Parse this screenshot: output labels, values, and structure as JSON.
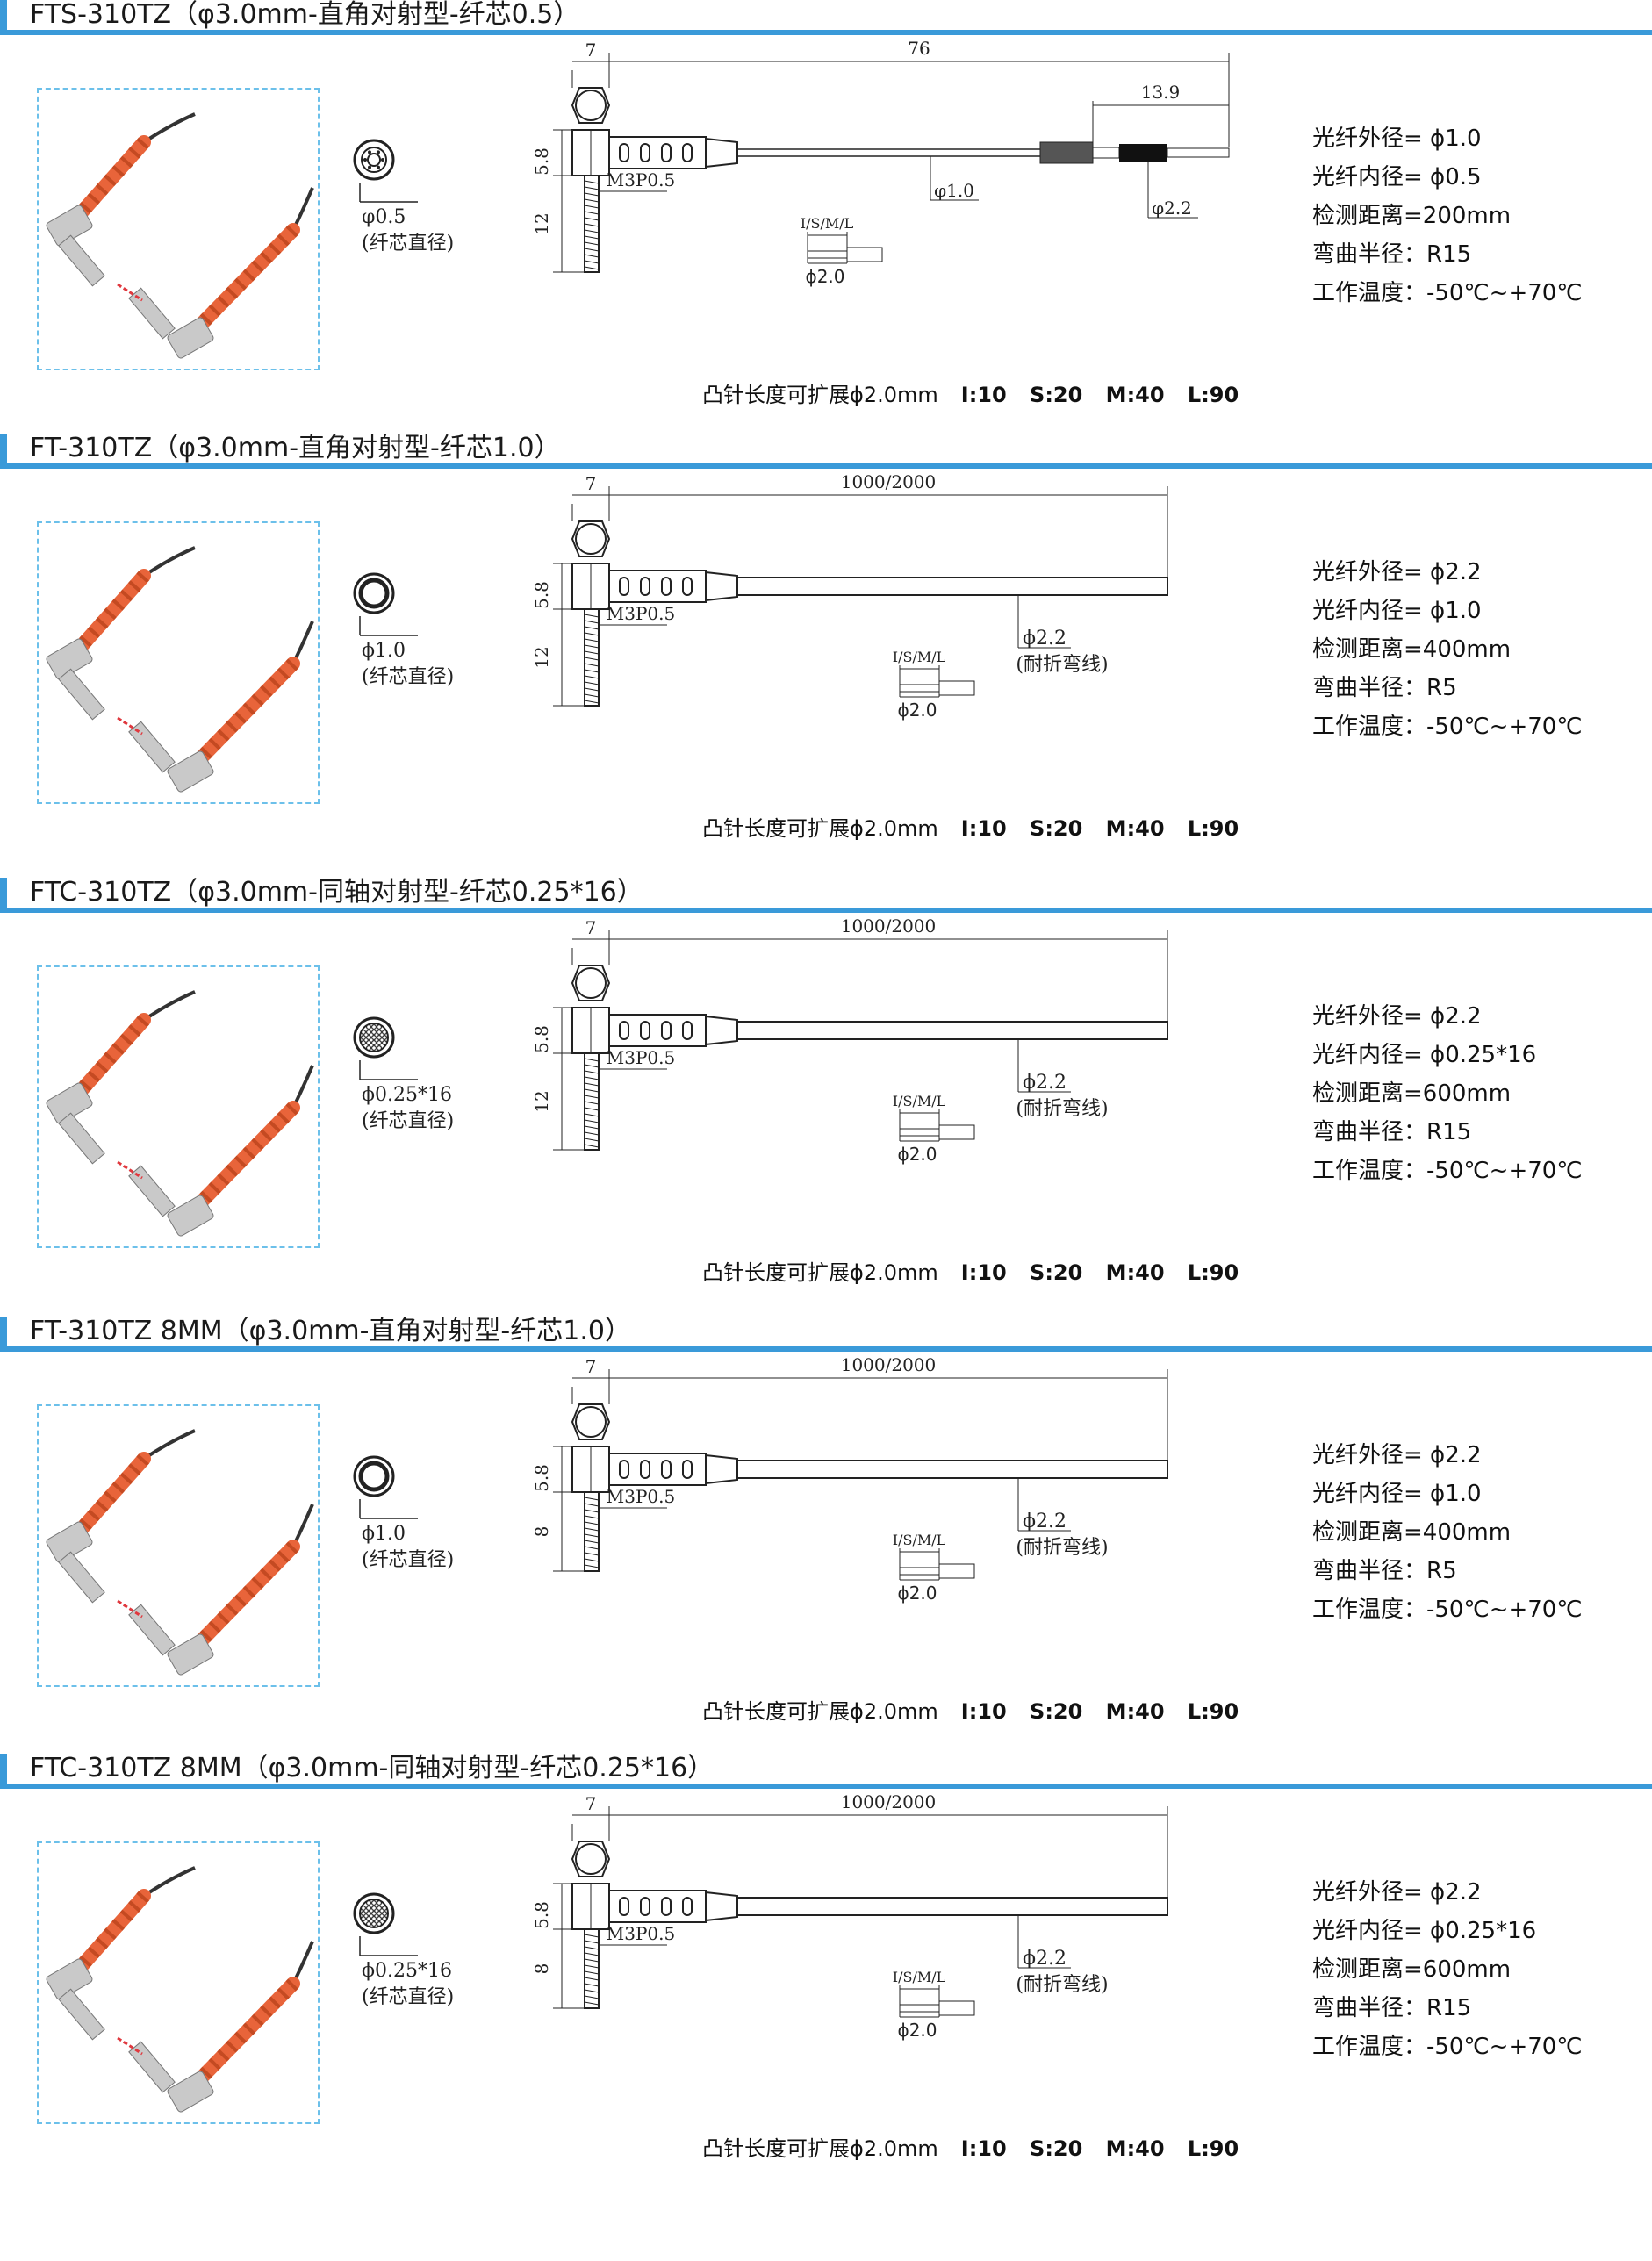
{
  "sections": [
    {
      "title": "FTS-310TZ（φ3.0mm-直角对射型-纤芯0.5）",
      "xsec": {
        "core": "φ0.5",
        "caption": "(纤芯直径)",
        "type": "ring-small"
      },
      "dims": {
        "nut": "7",
        "length": "76",
        "tip_len": "13.9",
        "h1": "5.8",
        "h2": "12",
        "thread": "M3P0.5",
        "fiber_d": "φ1.0",
        "tip_d": "φ2.2"
      },
      "pin": {
        "label": "I/S/M/L",
        "d": "ϕ2.0"
      },
      "note": {
        "text": "凸针长度可扩展ϕ2.0mm",
        "sizes": "I:10  S:20  M:40  L:90"
      },
      "specs": [
        "光纤外径= ϕ1.0",
        "光纤内径= ϕ0.5",
        "检测距离=200mm",
        "弯曲半径：R15",
        "工作温度：-50℃~+70℃"
      ]
    },
    {
      "title": "FT-310TZ（φ3.0mm-直角对射型-纤芯1.0）",
      "xsec": {
        "core": "ϕ1.0",
        "caption": "(纤芯直径)",
        "type": "ring"
      },
      "dims": {
        "nut": "7",
        "length": "1000/2000",
        "h1": "5.8",
        "h2": "12",
        "thread": "M3P0.5",
        "tip_d": "ϕ2.2",
        "tip_note": "(耐折弯线)"
      },
      "pin": {
        "label": "I/S/M/L",
        "d": "ϕ2.0"
      },
      "note": {
        "text": "凸针长度可扩展ϕ2.0mm",
        "sizes": "I:10  S:20  M:40  L:90"
      },
      "specs": [
        "光纤外径= ϕ2.2",
        "光纤内径= ϕ1.0",
        "检测距离=400mm",
        "弯曲半径：R5",
        "工作温度：-50℃~+70℃"
      ]
    },
    {
      "title": "FTC-310TZ（φ3.0mm-同轴对射型-纤芯0.25*16）",
      "xsec": {
        "core": "ϕ0.25*16",
        "caption": "(纤芯直径)",
        "type": "bundle"
      },
      "dims": {
        "nut": "7",
        "length": "1000/2000",
        "h1": "5.8",
        "h2": "12",
        "thread": "M3P0.5",
        "tip_d": "ϕ2.2",
        "tip_note": "(耐折弯线)"
      },
      "pin": {
        "label": "I/S/M/L",
        "d": "ϕ2.0"
      },
      "note": {
        "text": "凸针长度可扩展ϕ2.0mm",
        "sizes": "I:10  S:20  M:40  L:90"
      },
      "specs": [
        "光纤外径= ϕ2.2",
        "光纤内径= ϕ0.25*16",
        "检测距离=600mm",
        "弯曲半径：R15",
        "工作温度：-50℃~+70℃"
      ]
    },
    {
      "title": "FT-310TZ 8MM（φ3.0mm-直角对射型-纤芯1.0）",
      "xsec": {
        "core": "ϕ1.0",
        "caption": "(纤芯直径)",
        "type": "ring"
      },
      "dims": {
        "nut": "7",
        "length": "1000/2000",
        "h1": "5.8",
        "h2": "8",
        "thread": "M3P0.5",
        "tip_d": "ϕ2.2",
        "tip_note": "(耐折弯线)"
      },
      "pin": {
        "label": "I/S/M/L",
        "d": "ϕ2.0"
      },
      "note": {
        "text": "凸针长度可扩展ϕ2.0mm",
        "sizes": "I:10  S:20  M:40  L:90"
      },
      "specs": [
        "光纤外径= ϕ2.2",
        "光纤内径= ϕ1.0",
        "检测距离=400mm",
        "弯曲半径：R5",
        "工作温度：-50℃~+70℃"
      ]
    },
    {
      "title": "FTC-310TZ 8MM（φ3.0mm-同轴对射型-纤芯0.25*16）",
      "xsec": {
        "core": "ϕ0.25*16",
        "caption": "(纤芯直径)",
        "type": "bundle"
      },
      "dims": {
        "nut": "7",
        "length": "1000/2000",
        "h1": "5.8",
        "h2": "8",
        "thread": "M3P0.5",
        "tip_d": "ϕ2.2",
        "tip_note": "(耐折弯线)"
      },
      "pin": {
        "label": "I/S/M/L",
        "d": "ϕ2.0"
      },
      "note": {
        "text": "凸针长度可扩展ϕ2.0mm",
        "sizes": "I:10  S:20  M:40  L:90"
      },
      "specs": [
        "光纤外径= ϕ2.2",
        "光纤内径= ϕ0.25*16",
        "检测距离=600mm",
        "弯曲半径：R15",
        "工作温度：-50℃~+70℃"
      ]
    }
  ],
  "colors": {
    "accent": "#3a9ad9",
    "sleeve": "#e8643a",
    "metal": "#c9c9c9",
    "beam": "#e0383e",
    "line": "#222222"
  }
}
